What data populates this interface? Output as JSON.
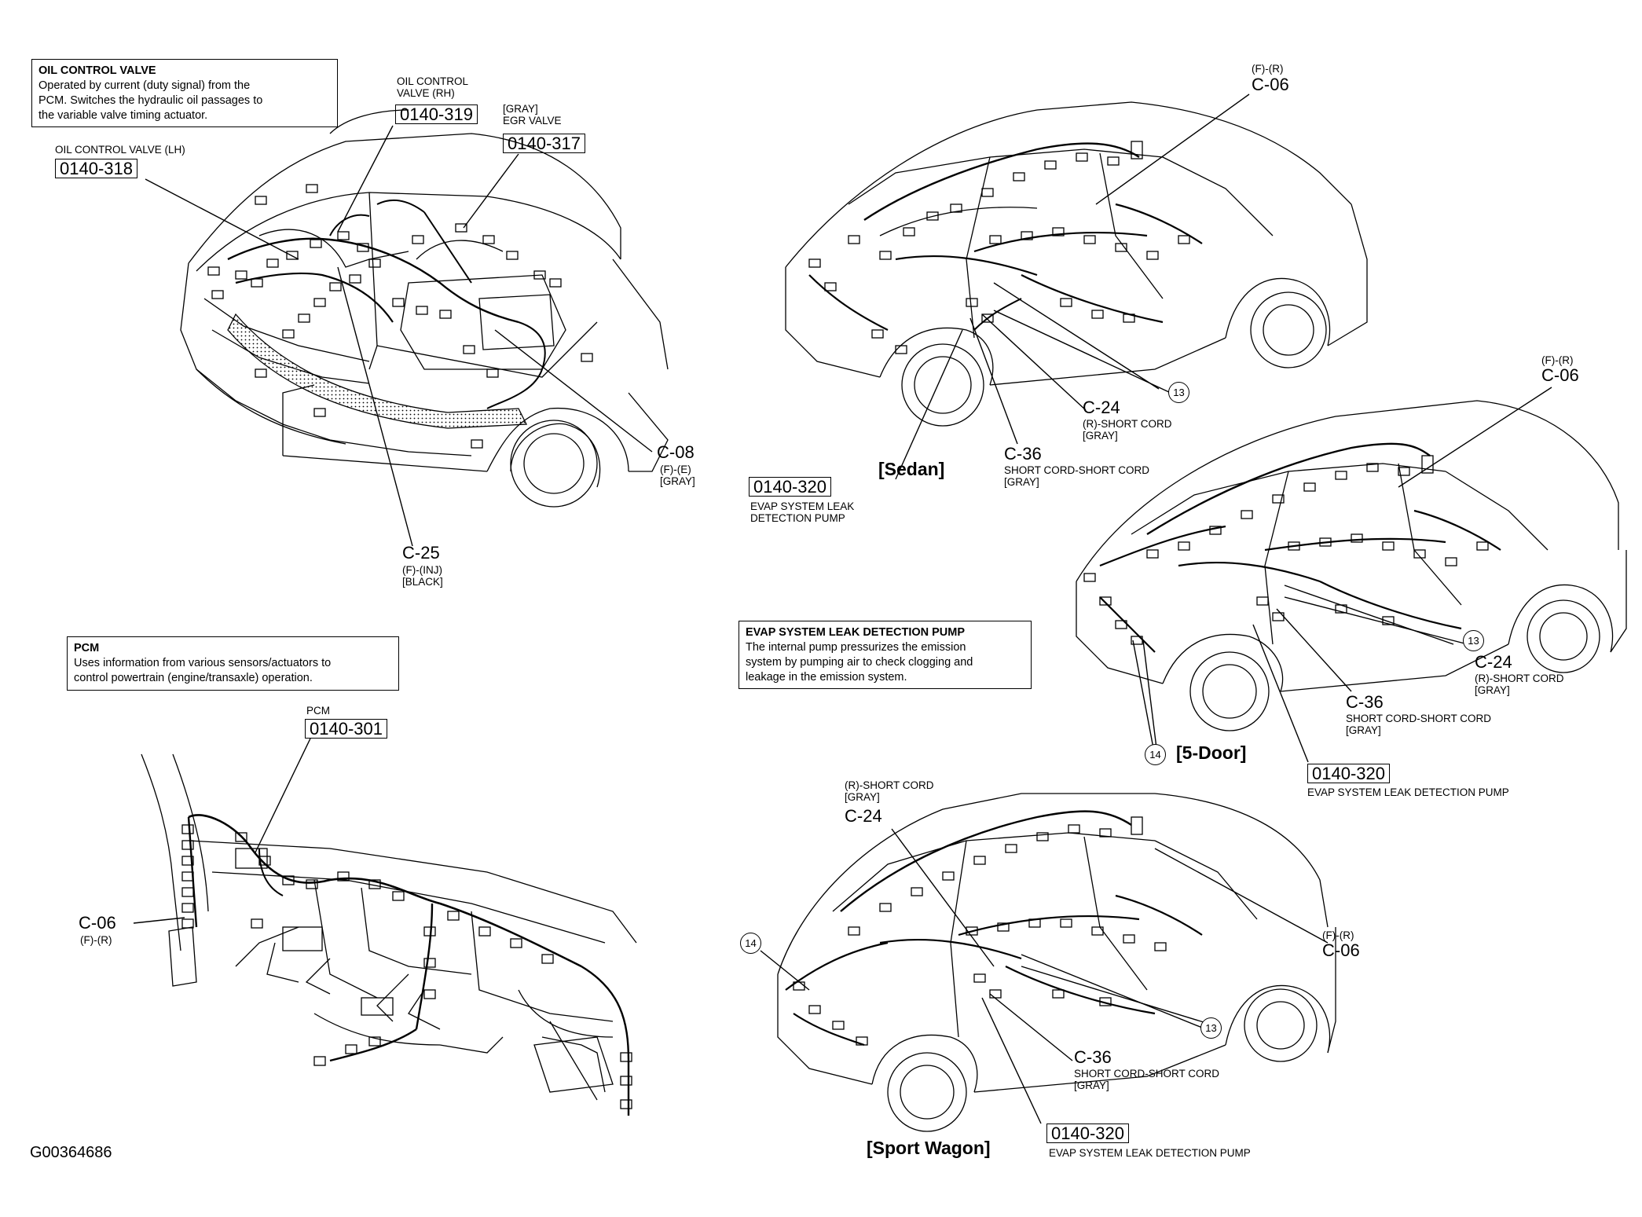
{
  "info_boxes": {
    "oil_control_valve": {
      "title": "OIL CONTROL VALVE",
      "lines": [
        "Operated by current (duty signal) from the",
        "PCM. Switches the hydraulic oil passages  to",
        "the variable valve timing actuator."
      ]
    },
    "pcm": {
      "title": "PCM",
      "lines": [
        "Uses information from various sensors/actuators to",
        "control powertrain (engine/transaxle) operation."
      ]
    },
    "evap": {
      "title": "EVAP SYSTEM LEAK DETECTION PUMP",
      "lines": [
        "The internal pump pressurizes the emission",
        "system by pumping air to check clogging and",
        "leakage in the emission system."
      ]
    }
  },
  "engine": {
    "ocv_rh_desc": [
      "OIL CONTROL",
      "VALVE (RH)"
    ],
    "ocv_rh_code": "0140-319",
    "egr_desc": [
      "[GRAY]",
      "EGR VALVE"
    ],
    "egr_code": "0140-317",
    "ocv_lh_desc": "OIL CONTROL VALVE (LH)",
    "ocv_lh_code": "0140-318",
    "c08": {
      "id": "C-08",
      "lines": [
        "(F)-(E)",
        "[GRAY]"
      ]
    },
    "c25": {
      "id": "C-25",
      "lines": [
        "(F)-(INJ)",
        "[BLACK]"
      ]
    }
  },
  "dash": {
    "pcm_desc": "PCM",
    "pcm_code": "0140-301",
    "c06": {
      "id": "C-06",
      "lines": [
        "(F)-(R)"
      ]
    }
  },
  "sedan": {
    "label": "[Sedan]",
    "c06": {
      "pre": "(F)-(R)",
      "id": "C-06"
    },
    "c24": {
      "id": "C-24",
      "lines": [
        "(R)-SHORT CORD",
        "[GRAY]"
      ]
    },
    "c36": {
      "id": "C-36",
      "lines": [
        "SHORT CORD-SHORT CORD",
        "[GRAY]"
      ]
    },
    "code": "0140-320",
    "code_desc": [
      "EVAP SYSTEM LEAK",
      "DETECTION PUMP"
    ],
    "num": "13"
  },
  "five_door": {
    "label": "[5-Door]",
    "c06": {
      "pre": "(F)-(R)",
      "id": "C-06"
    },
    "c24": {
      "id": "C-24",
      "lines": [
        "(R)-SHORT CORD",
        "[GRAY]"
      ]
    },
    "c36": {
      "id": "C-36",
      "lines": [
        "SHORT CORD-SHORT CORD",
        "[GRAY]"
      ]
    },
    "code": "0140-320",
    "code_desc": "EVAP SYSTEM LEAK DETECTION PUMP",
    "num13": "13",
    "num14": "14"
  },
  "wagon": {
    "label": "[Sport Wagon]",
    "c24": {
      "pre": [
        "(R)-SHORT CORD",
        "[GRAY]"
      ],
      "id": "C-24"
    },
    "c06": {
      "pre": "(F)-(R)",
      "id": "C-06"
    },
    "c36": {
      "id": "C-36",
      "lines": [
        "SHORT CORD-SHORT CORD",
        "[GRAY]"
      ]
    },
    "code": "0140-320",
    "code_desc": "EVAP SYSTEM LEAK DETECTION PUMP",
    "num13": "13",
    "num14": "14"
  },
  "figure_code": "G00364686"
}
